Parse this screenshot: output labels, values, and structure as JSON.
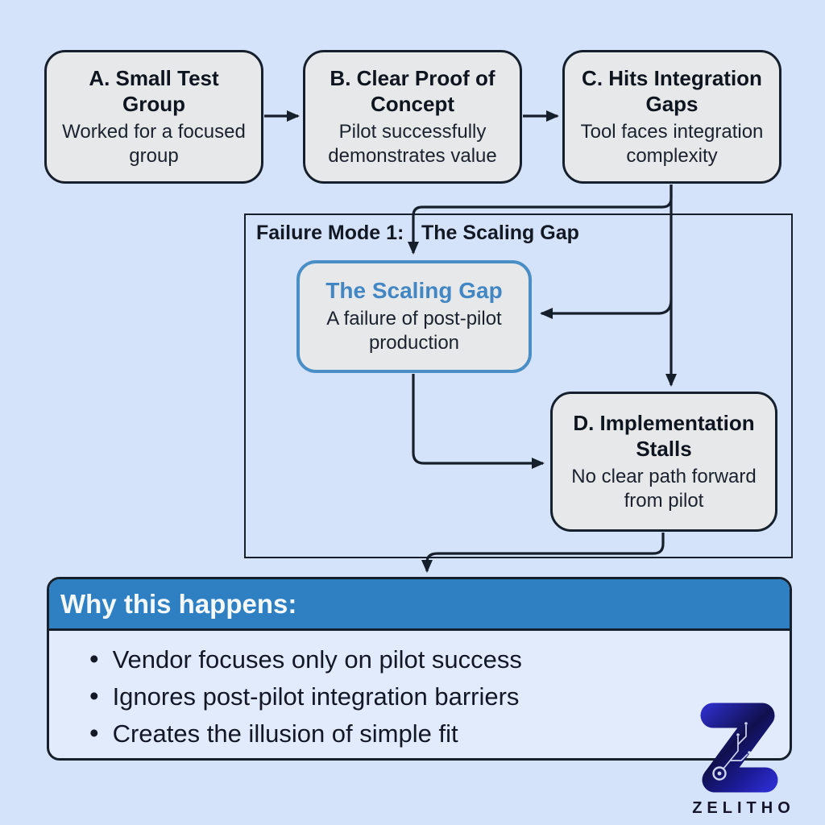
{
  "meta": {
    "title": "Failure Mode 1: The Scaling Gap flow diagram"
  },
  "nodes": [
    {
      "id": "A",
      "title": "A. Small Test Group",
      "desc": "Worked for a focused group"
    },
    {
      "id": "B",
      "title": "B. Clear Proof of Concept",
      "desc": "Pilot successfully demonstrates value"
    },
    {
      "id": "C",
      "title": "C. Hits Integration Gaps",
      "desc": "Tool faces integration complexity"
    },
    {
      "id": "scaling_gap",
      "title": "The Scaling Gap",
      "desc": "A failure of post-pilot production"
    },
    {
      "id": "D",
      "title": "D. Implementation Stalls",
      "desc": "No clear path forward from pilot"
    }
  ],
  "failure_mode": {
    "prefix": "Failure Mode 1:",
    "title": "The Scaling Gap"
  },
  "why": {
    "heading": "Why this happens:",
    "bullet_glyph": "•",
    "bullets": [
      "Vendor focuses only on pilot success",
      "Ignores post-pilot integration barriers",
      "Creates the illusion of simple fit"
    ]
  },
  "logo": {
    "wordmark": "ZELITHO"
  },
  "colors": {
    "page_bg": "#d5e3fa",
    "node_fill": "#e7e8ea",
    "node_border": "#161f2c",
    "arrow": "#161f2c",
    "highlight_border": "#4a8ec6",
    "highlight_title": "#4287c3",
    "header_bg": "#2e80c2",
    "header_text": "#f5f9fe",
    "panel_bg": "#e2ebfb",
    "text_dark": "#121925",
    "wordmark": "#15152b",
    "logo_blue_bright": "#2c2cca",
    "logo_blue_dark": "#10104e"
  }
}
